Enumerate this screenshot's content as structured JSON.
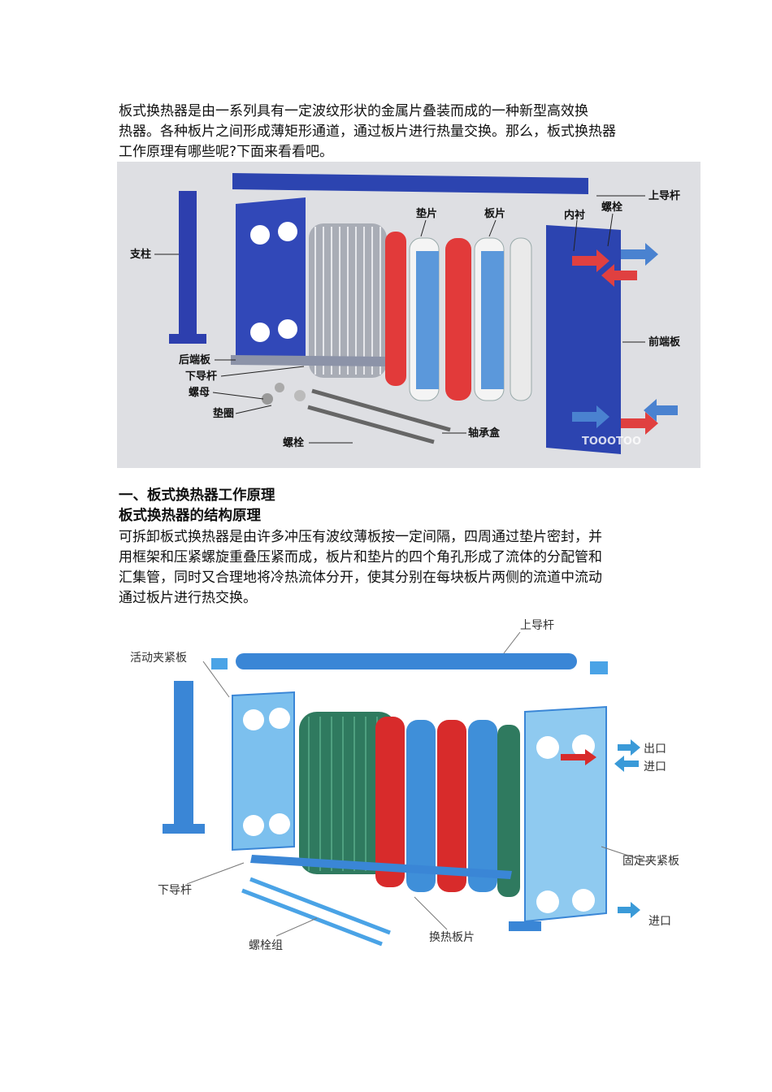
{
  "intro": {
    "line1": "板式换热器是由一系列具有一定波纹形状的金属片叠装而成的一种新型高效换",
    "line2": "热器。各种板片之间形成薄矩形通道，通过板片进行热量交换。那么，板式换热器",
    "line3": "工作原理有哪些呢?下面来看看吧。"
  },
  "figure1": {
    "labels": {
      "support": "支柱",
      "rear_plate": "后端板",
      "lower_rod": "下导杆",
      "nut": "螺母",
      "washer": "垫圈",
      "bolt": "螺栓",
      "gasket": "垫片",
      "plate": "板片",
      "liner": "内衬",
      "bolt_top": "螺栓",
      "upper_rod": "上导杆",
      "front_plate": "前端板",
      "bearing_box": "轴承盒"
    },
    "watermark": "TOOOTOO"
  },
  "section": {
    "heading": "一、板式换热器工作原理",
    "subheading": "板式换热器的结构原理",
    "body1": "可拆卸板式换热器是由许多冲压有波纹薄板按一定间隔，四周通过垫片密封，并",
    "body2": "用框架和压紧螺旋重叠压紧而成，板片和垫片的四个角孔形成了流体的分配管和",
    "body3": "汇集管，同时又合理地将冷热流体分开，使其分别在每块板片两侧的流道中流动",
    "body4": "通过板片进行热交换。"
  },
  "figure2": {
    "labels": {
      "upper_rod": "上导杆",
      "movable_plate": "活动夹紧板",
      "outlet": "出口",
      "inlet": "进口",
      "fixed_plate": "固定夹紧板",
      "lower_rod": "下导杆",
      "bolt_group": "螺栓组",
      "heat_plates": "换热板片",
      "inlet_bottom": "进口"
    }
  },
  "colors": {
    "frame_blue": "#3347b8",
    "hot_red": "#e03030",
    "cold_blue": "#4a8fd8",
    "light_blue": "#6fb2e8",
    "green_stack": "#2f7a5f"
  }
}
